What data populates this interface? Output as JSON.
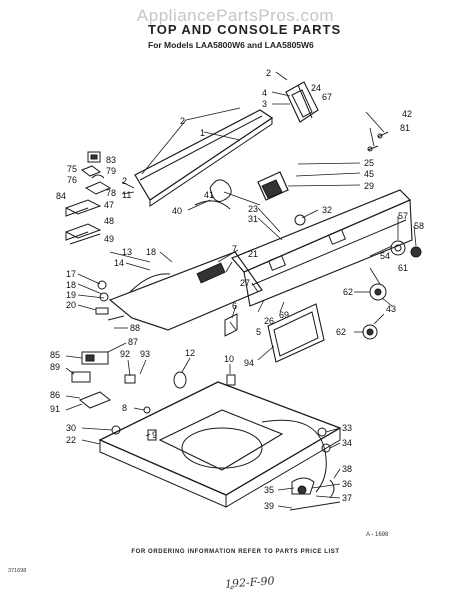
{
  "watermark": "AppliancePartsPros.com",
  "title": "TOP AND CONSOLE PARTS",
  "subtitle": "For Models LAA5800W6 and LAA5805W6",
  "diagram_id": "A - 1698",
  "footer_note": "FOR ORDERING INFORMATION REFER TO PARTS PRICE LIST",
  "code_left": "371698",
  "page_mark": "4",
  "handwritten_note": "192-F-90",
  "colors": {
    "line": "#1a1a1a",
    "watermark": "#9a9a9a"
  },
  "callouts": [
    {
      "id": "c2a",
      "label": "2"
    },
    {
      "id": "c4",
      "label": "4"
    },
    {
      "id": "c3",
      "label": "3"
    },
    {
      "id": "c24",
      "label": "24"
    },
    {
      "id": "c67",
      "label": "67"
    },
    {
      "id": "c42",
      "label": "42"
    },
    {
      "id": "c81",
      "label": "81"
    },
    {
      "id": "c2b",
      "label": "2"
    },
    {
      "id": "c1",
      "label": "1"
    },
    {
      "id": "c25",
      "label": "25"
    },
    {
      "id": "c45",
      "label": "45"
    },
    {
      "id": "c29",
      "label": "29"
    },
    {
      "id": "c75",
      "label": "75"
    },
    {
      "id": "c76",
      "label": "76"
    },
    {
      "id": "c83",
      "label": "83"
    },
    {
      "id": "c79",
      "label": "79"
    },
    {
      "id": "c84",
      "label": "84"
    },
    {
      "id": "c78",
      "label": "78"
    },
    {
      "id": "c47",
      "label": "47"
    },
    {
      "id": "c41",
      "label": "41"
    },
    {
      "id": "c40",
      "label": "40"
    },
    {
      "id": "c2c",
      "label": "2"
    },
    {
      "id": "c11",
      "label": "11"
    },
    {
      "id": "c32",
      "label": "32"
    },
    {
      "id": "c57",
      "label": "57"
    },
    {
      "id": "c58",
      "label": "58"
    },
    {
      "id": "c48",
      "label": "48"
    },
    {
      "id": "c49",
      "label": "49"
    },
    {
      "id": "c23",
      "label": "23"
    },
    {
      "id": "c31",
      "label": "31"
    },
    {
      "id": "c13",
      "label": "13"
    },
    {
      "id": "c18a",
      "label": "18"
    },
    {
      "id": "c7",
      "label": "7"
    },
    {
      "id": "c21",
      "label": "21"
    },
    {
      "id": "c14",
      "label": "14"
    },
    {
      "id": "c54",
      "label": "54"
    },
    {
      "id": "c61",
      "label": "61"
    },
    {
      "id": "c17",
      "label": "17"
    },
    {
      "id": "c18b",
      "label": "18"
    },
    {
      "id": "c27",
      "label": "27"
    },
    {
      "id": "c19",
      "label": "19"
    },
    {
      "id": "c62a",
      "label": "62"
    },
    {
      "id": "c20",
      "label": "20"
    },
    {
      "id": "c6",
      "label": "6"
    },
    {
      "id": "c26",
      "label": "26"
    },
    {
      "id": "c69",
      "label": "69"
    },
    {
      "id": "c43",
      "label": "43"
    },
    {
      "id": "c88",
      "label": "88"
    },
    {
      "id": "c5",
      "label": "5"
    },
    {
      "id": "c62b",
      "label": "62"
    },
    {
      "id": "c87",
      "label": "87"
    },
    {
      "id": "c85",
      "label": "85"
    },
    {
      "id": "c92",
      "label": "92"
    },
    {
      "id": "c93",
      "label": "93"
    },
    {
      "id": "c12",
      "label": "12"
    },
    {
      "id": "c89",
      "label": "89"
    },
    {
      "id": "c10",
      "label": "10"
    },
    {
      "id": "c94",
      "label": "94"
    },
    {
      "id": "c86",
      "label": "86"
    },
    {
      "id": "c91",
      "label": "91"
    },
    {
      "id": "c8",
      "label": "8"
    },
    {
      "id": "c33",
      "label": "33"
    },
    {
      "id": "c34",
      "label": "34"
    },
    {
      "id": "c30",
      "label": "30"
    },
    {
      "id": "c9",
      "label": "9"
    },
    {
      "id": "c22",
      "label": "22"
    },
    {
      "id": "c38",
      "label": "38"
    },
    {
      "id": "c36",
      "label": "36"
    },
    {
      "id": "c35",
      "label": "35"
    },
    {
      "id": "c37",
      "label": "37"
    },
    {
      "id": "c39",
      "label": "39"
    }
  ]
}
